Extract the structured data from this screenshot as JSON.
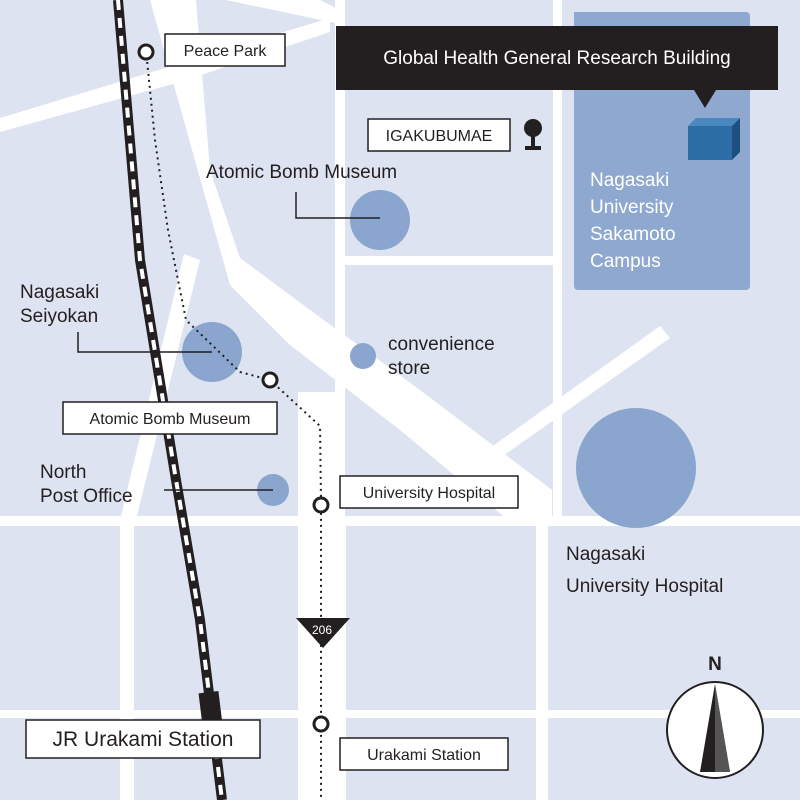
{
  "colors": {
    "background": "#dde3f0",
    "road": "#ffffff",
    "poi": "#8aa6cf",
    "campus": "#8fa8d0",
    "building": "#2c6ea5",
    "ink": "#231f20"
  },
  "labels": {
    "peace_park": "Peace Park",
    "global_health": "Global Health General Research Building",
    "igakubumae": "IGAKUBUMAE",
    "atomic_bomb_museum_poi": "Atomic Bomb Museum",
    "campus": [
      "Nagasaki",
      "University",
      "Sakamoto",
      "Campus"
    ],
    "seiyokan": [
      "Nagasaki",
      "Seiyokan"
    ],
    "convenience_store": [
      "convenience",
      "store"
    ],
    "atomic_bomb_museum_stop": "Atomic Bomb Museum",
    "north_post_office": [
      "North",
      "Post Office"
    ],
    "university_hospital_stop": "University Hospital",
    "hospital": [
      "Nagasaki",
      "University Hospital"
    ],
    "route_number": "206",
    "jr_station": "JR Urakami Station",
    "urakami_stop": "Urakami Station",
    "north": "N"
  },
  "icons": [
    "tram-stop-icon",
    "bus-stop-icon",
    "compass-icon",
    "route-shield-icon",
    "building-icon"
  ]
}
